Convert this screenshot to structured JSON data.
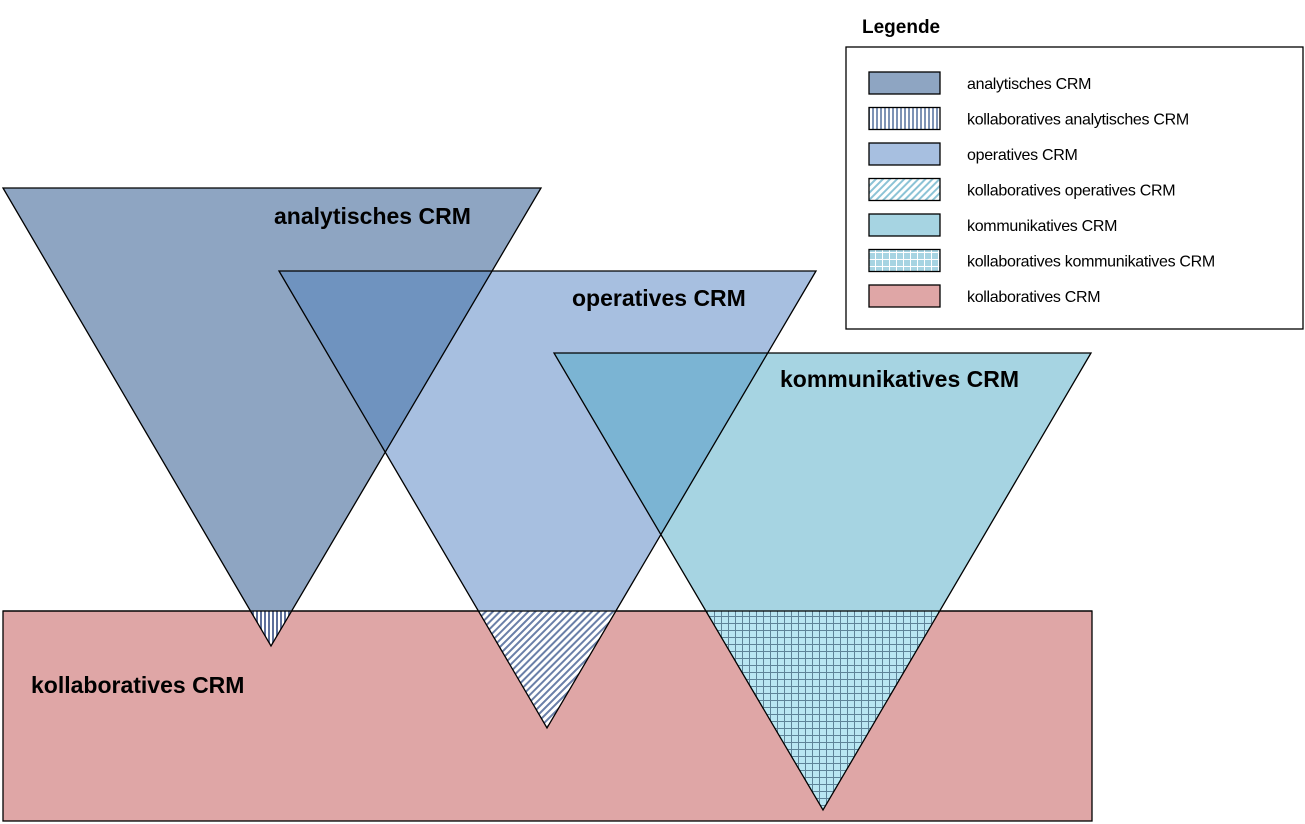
{
  "diagram": {
    "triangles": [
      {
        "id": "analytical",
        "label": "analytisches CRM",
        "fill": "#8EA5C2"
      },
      {
        "id": "operative",
        "label": "operatives CRM",
        "fill": "#A7BFE0"
      },
      {
        "id": "communicative",
        "label": "kommunikatives CRM",
        "fill": "#A6D4E2"
      }
    ],
    "collaborative": {
      "label": "kollaboratives CRM",
      "fill": "#DFA6A6"
    },
    "overlap_colors": {
      "analytical_operative": "#6F93BF",
      "operative_communicative": "#7BB4D3"
    },
    "pattern_colors": {
      "vertical_lines": "#5D6F9A",
      "diagonal_lines": "#6A7FA8",
      "grid_lines": "#B9E6F2",
      "grid_background": "#5E8398"
    }
  },
  "legend": {
    "title": "Legende",
    "items": [
      {
        "label": "analytisches CRM",
        "swatch": "solid",
        "color": "#8EA5C2"
      },
      {
        "label": "kollaboratives analytisches CRM",
        "swatch": "vertical-lines",
        "color": "#8EA5C2"
      },
      {
        "label": "operatives CRM",
        "swatch": "solid",
        "color": "#A7BFE0"
      },
      {
        "label": "kollaboratives operatives CRM",
        "swatch": "diagonal-lines",
        "color": "#A6D4E2"
      },
      {
        "label": "kommunikatives CRM",
        "swatch": "solid",
        "color": "#A6D4E2"
      },
      {
        "label": "kollaboratives kommunikatives CRM",
        "swatch": "grid",
        "color": "#A6D4E2"
      },
      {
        "label": "kollaboratives CRM",
        "swatch": "solid",
        "color": "#DFA6A6"
      }
    ]
  }
}
